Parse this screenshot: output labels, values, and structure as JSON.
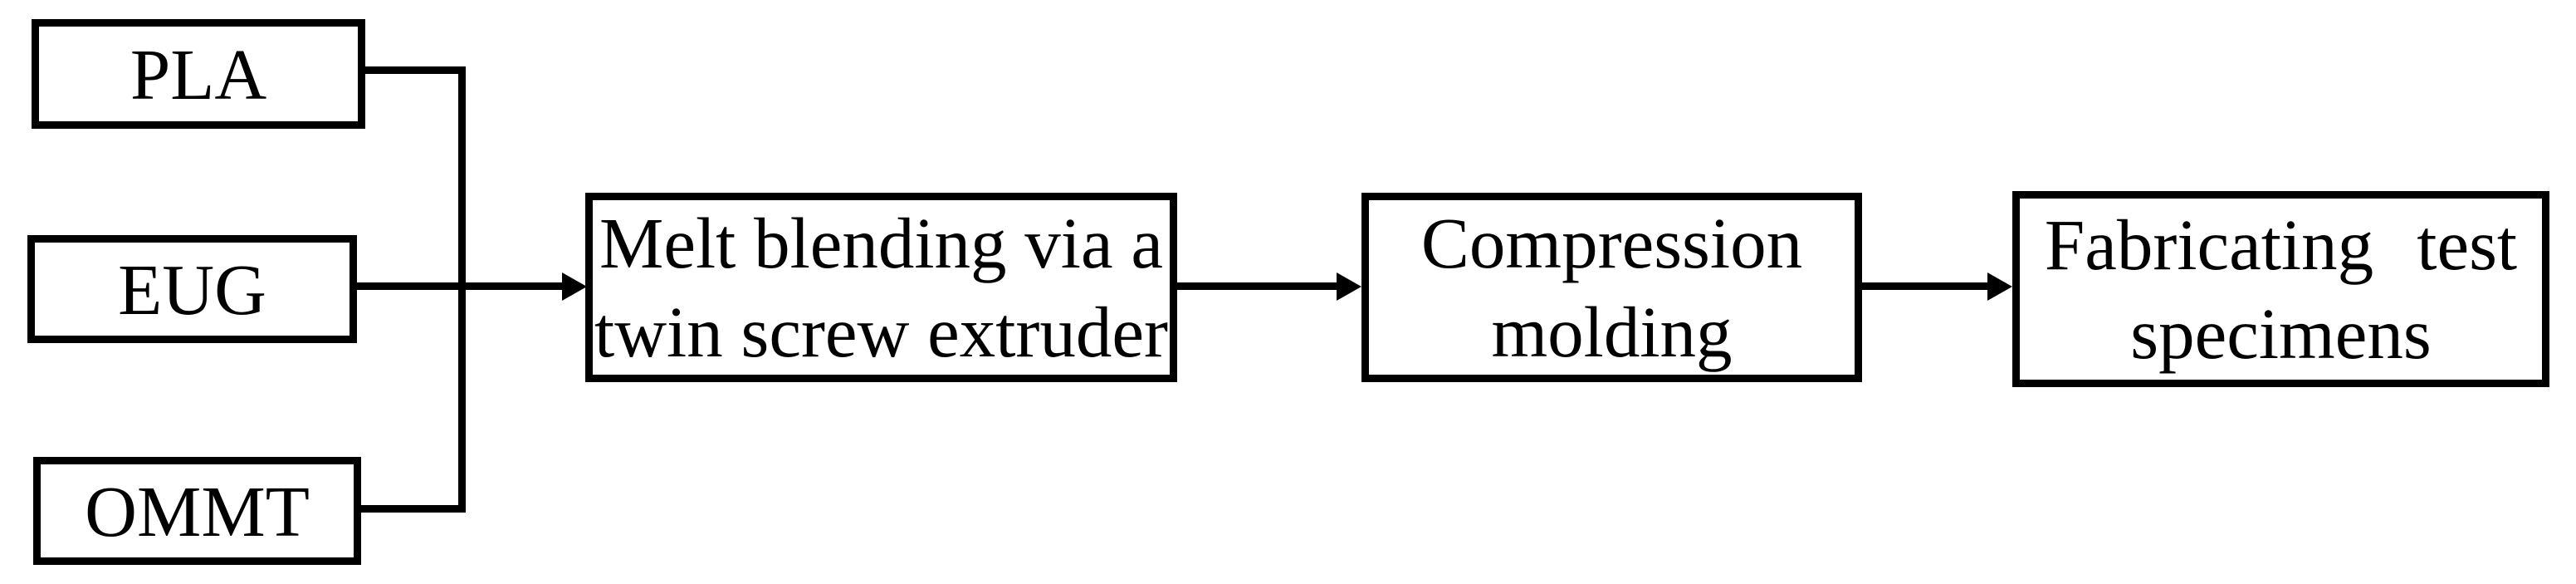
{
  "page": {
    "background": "#ffffff"
  },
  "diagram": {
    "type": "flowchart",
    "ink_color": "#000000",
    "materials": [
      {
        "label": "PLA"
      },
      {
        "label": "EUG"
      },
      {
        "label": "OMMT"
      }
    ],
    "process_steps": [
      {
        "label": "Melt blending via a twin screw extruder",
        "line1": "Melt blending via a",
        "line2": "twin screw extruder"
      },
      {
        "label": "Compression molding",
        "line1": "Compression",
        "line2": "molding"
      },
      {
        "label": "Fabricating test specimens",
        "line1": "Fabricating test",
        "line2": "specimens"
      }
    ]
  }
}
